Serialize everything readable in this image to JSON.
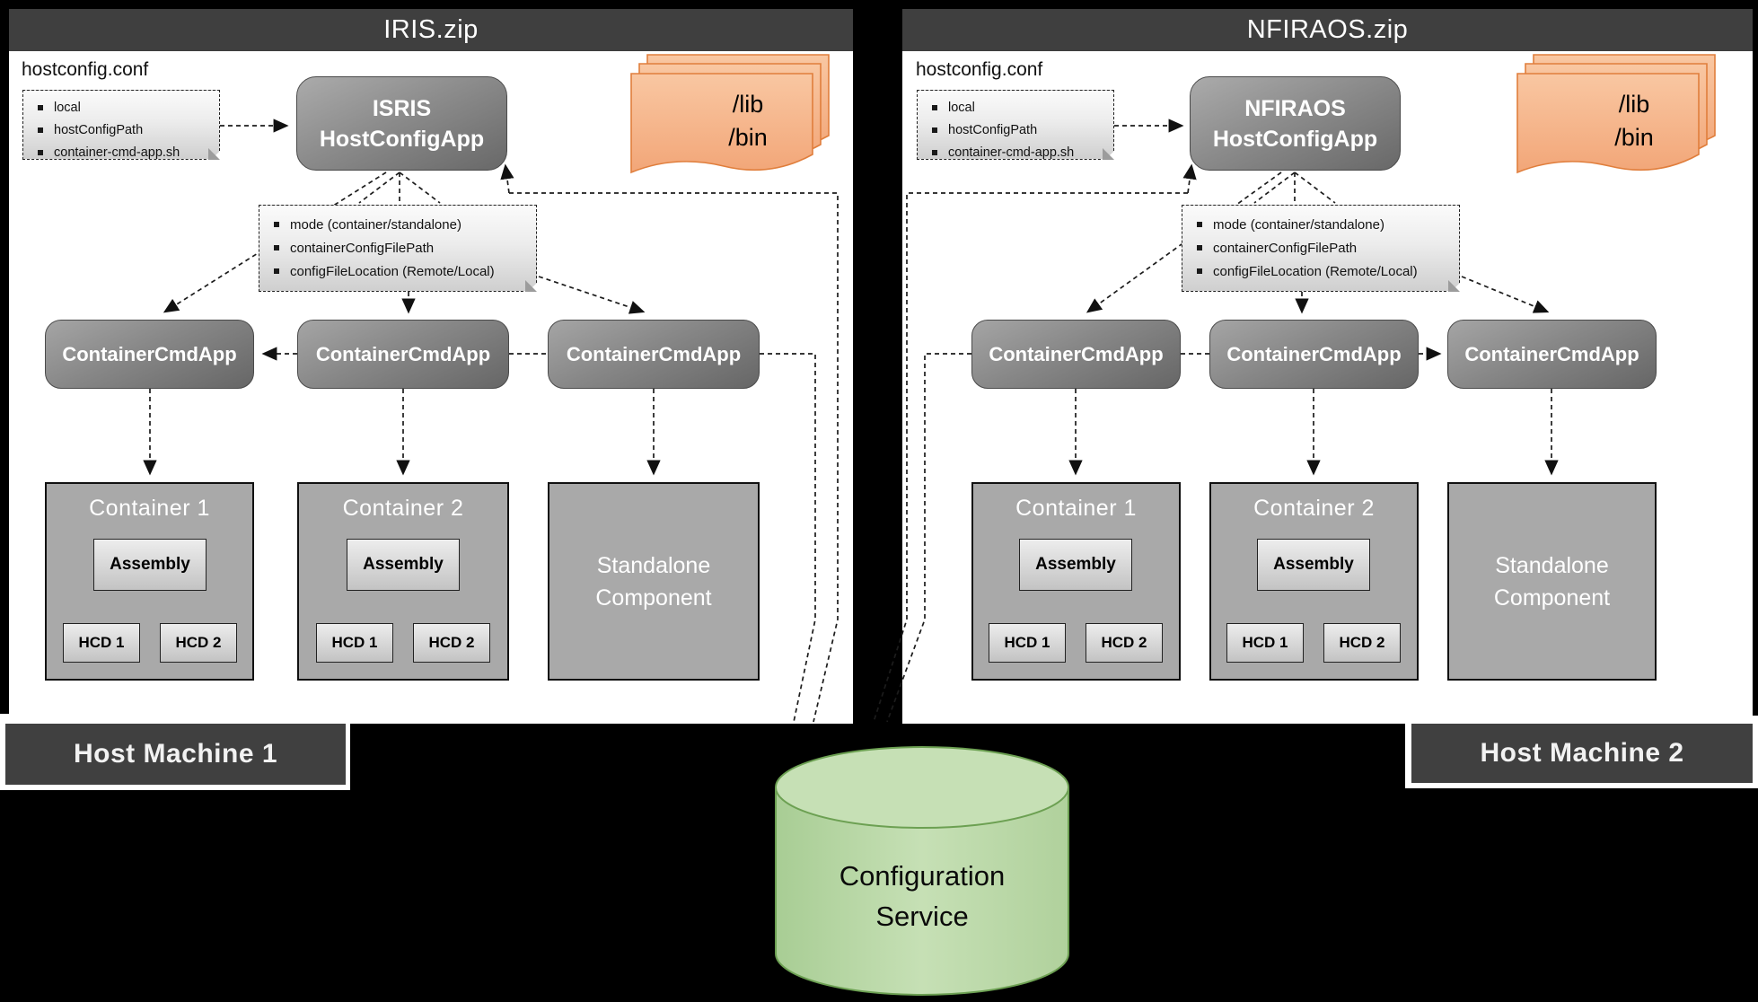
{
  "panels": [
    {
      "title": "IRIS.zip",
      "host_label": "Host Machine 1",
      "hostconfig_label": "hostconfig.conf",
      "hostconfig_items": [
        "local",
        "hostConfigPath",
        "container-cmd-app.sh"
      ],
      "app_line1": "ISRIS",
      "app_line2": "HostConfigApp",
      "mode_items": [
        "mode (container/standalone)",
        "containerConfigFilePath",
        "configFileLocation (Remote/Local)"
      ],
      "cmd_apps": [
        "ContainerCmdApp",
        "ContainerCmdApp",
        "ContainerCmdApp"
      ],
      "containers": [
        {
          "title": "Container 1",
          "assembly": "Assembly",
          "hcds": [
            "HCD 1",
            "HCD 2"
          ]
        },
        {
          "title": "Container 2",
          "assembly": "Assembly",
          "hcds": [
            "HCD 1",
            "HCD 2"
          ]
        }
      ],
      "standalone": "Standalone Component",
      "docs": [
        "/lib",
        "/bin"
      ]
    },
    {
      "title": "NFIRAOS.zip",
      "host_label": "Host Machine 2",
      "hostconfig_label": "hostconfig.conf",
      "hostconfig_items": [
        "local",
        "hostConfigPath",
        "container-cmd-app.sh"
      ],
      "app_line1": "NFIRAOS",
      "app_line2": "HostConfigApp",
      "mode_items": [
        "mode (container/standalone)",
        "containerConfigFilePath",
        "configFileLocation (Remote/Local)"
      ],
      "cmd_apps": [
        "ContainerCmdApp",
        "ContainerCmdApp",
        "ContainerCmdApp"
      ],
      "containers": [
        {
          "title": "Container 1",
          "assembly": "Assembly",
          "hcds": [
            "HCD 1",
            "HCD 2"
          ]
        },
        {
          "title": "Container 2",
          "assembly": "Assembly",
          "hcds": [
            "HCD 1",
            "HCD 2"
          ]
        }
      ],
      "standalone": "Standalone Component",
      "docs": [
        "/lib",
        "/bin"
      ]
    }
  ],
  "service": {
    "label": "Configuration Service"
  },
  "colors": {
    "background": "#000000",
    "bar_dark": "#3f3f3f",
    "box_gray": "#8c8c8c",
    "container_gray": "#a9a9a9",
    "note_gray": "#e8e8e8",
    "doc_orange": "#f6b488",
    "doc_orange_border": "#e07e3c",
    "service_green": "#b9d8a6",
    "service_green_border": "#6ca052"
  }
}
